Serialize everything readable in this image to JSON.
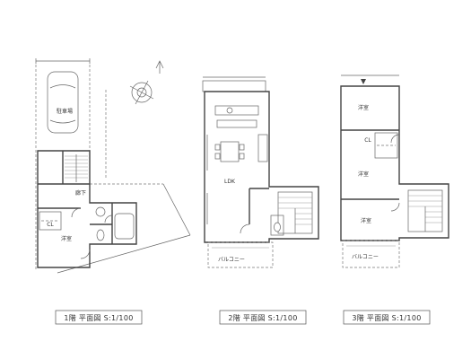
{
  "floor_plans": [
    {
      "title": "1階 平面図 S:1/100",
      "labels": {
        "parking": "駐車場",
        "closet": "CL",
        "room": "洋室",
        "hall": "廊下"
      }
    },
    {
      "title": "2階 平面図 S:1/100",
      "labels": {
        "ldk": "LDK",
        "balcony": "バルコニー"
      }
    },
    {
      "title": "3階 平面図 S:1/100",
      "labels": {
        "room_top": "洋室",
        "closet": "CL",
        "room_middle": "洋室",
        "room_bottom": "洋室",
        "balcony": "バルコニー"
      }
    }
  ]
}
